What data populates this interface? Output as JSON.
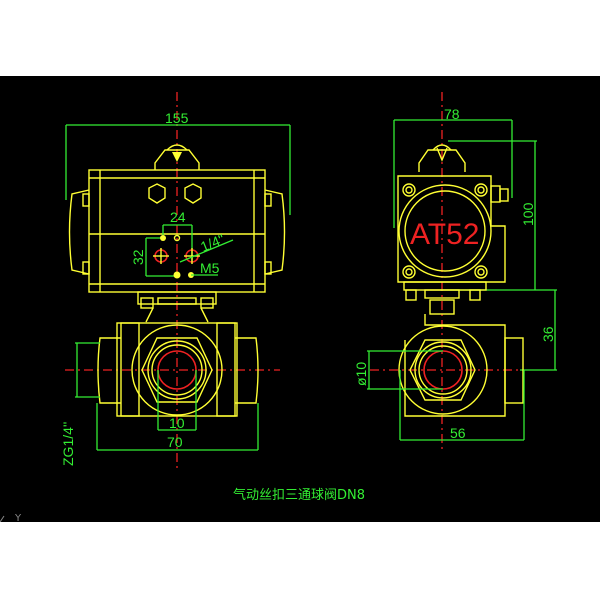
{
  "drawing": {
    "title": "气动丝扣三通球阀DN8",
    "background_color": "#000000",
    "colors": {
      "outline": "#ffff33",
      "dimension": "#33ee33",
      "centerline": "#ee2222"
    },
    "front_view": {
      "dimensions": {
        "overall_width": "155",
        "hole_spacing": "24",
        "hole_height": "32",
        "port_thread": "1/4\"",
        "bolt": "M5",
        "bore": "10",
        "body_width": "70",
        "pipe_thread": "ZG1/4''"
      }
    },
    "side_view": {
      "actuator_model": "AT52",
      "dimensions": {
        "actuator_width": "78",
        "actuator_height": "100",
        "center_height": "36",
        "bore_diameter": "ø10",
        "body_width": "56"
      }
    },
    "ucs_icon": "Y"
  }
}
